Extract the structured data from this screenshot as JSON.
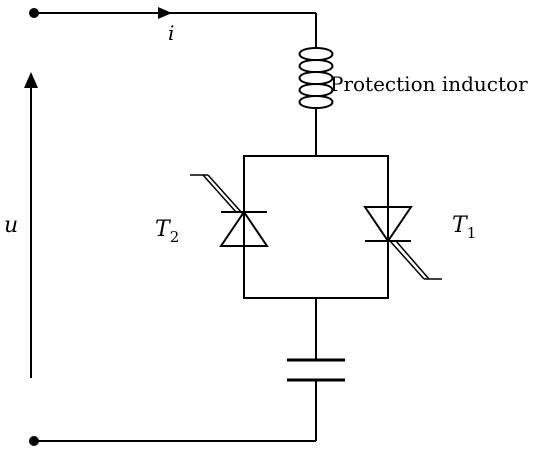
{
  "labels": {
    "current": "i",
    "voltage": "u",
    "inductor": "Protection inductor",
    "thyristor_left_main": "T",
    "thyristor_left_sub": "2",
    "thyristor_right_main": "T",
    "thyristor_right_sub": "1"
  },
  "colors": {
    "line": "#000000",
    "background": "#ffffff"
  }
}
